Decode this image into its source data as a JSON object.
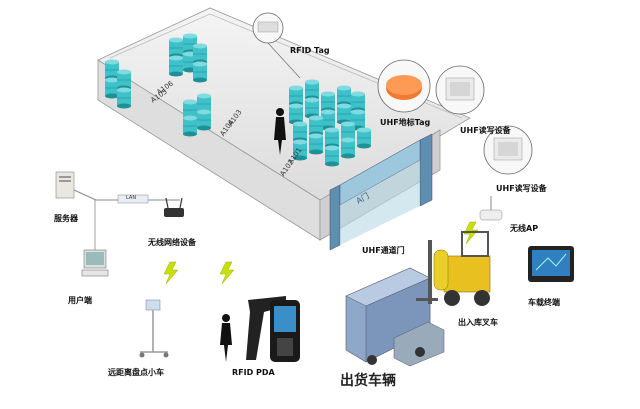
{
  "labels": {
    "server": "服务器",
    "client": "用户端",
    "wireless_device": "无线网络设备",
    "cart": "远距离盘点小车",
    "pda": "RFID PDA",
    "rfid_tag": "RFID Tag",
    "uhf_floor_tag": "UHF地标Tag",
    "uhf_rw_device_top": "UHF读写设备",
    "uhf_rw_device_mid": "UHF读写设备",
    "uhf_gate": "UHF通道门",
    "wireless_ap": "无线AP",
    "vehicle_terminal": "车载终端",
    "forklift": "出入库叉车",
    "truck": "出货车辆",
    "lan": "LAN",
    "shelf_a106": "A106",
    "shelf_a105": "A105",
    "shelf_a104": "A104",
    "shelf_a103": "A103",
    "shelf_a102": "A102",
    "shelf_a101": "A101",
    "gate_sign": "A门"
  },
  "colors": {
    "barrel": "#3fc1c9",
    "barrel_dark": "#1f8f98",
    "warehouse_wall": "#e9e9e9",
    "forklift": "#e8c020",
    "truck": "#8fa7c9",
    "gate": "#6fa8c8",
    "tag_orange": "#f07a30",
    "signal": "#c8e000"
  },
  "icons": {
    "server": "server-tower-icon",
    "client": "desktop-computer-icon",
    "router": "wireless-router-icon",
    "pda": "handheld-scanner-icon",
    "ap": "wireless-ap-icon",
    "terminal": "vehicle-terminal-icon"
  }
}
